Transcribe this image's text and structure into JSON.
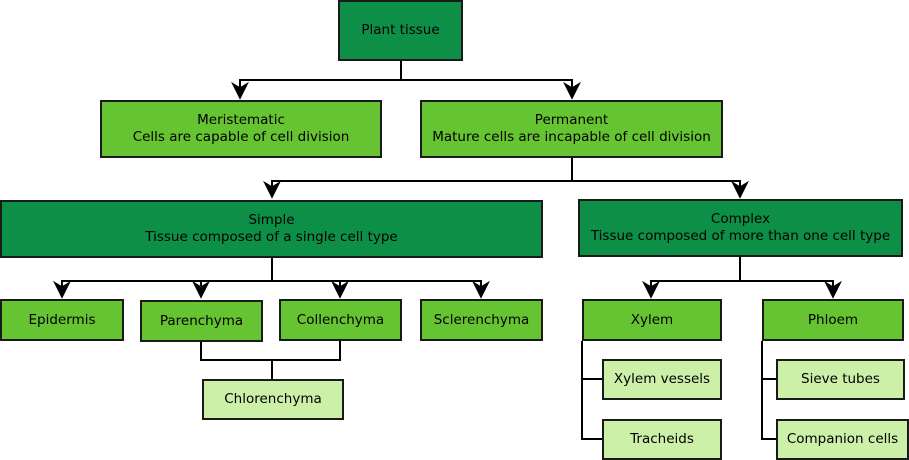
{
  "diagram": {
    "title": "Plant tissue classification",
    "colors": {
      "level_dark": "#0e8f48",
      "level_mid": "#66c332",
      "level_light": "#ccf0a8",
      "border": "#1a1a1a"
    },
    "nodes": {
      "root": {
        "title": "Plant tissue"
      },
      "meristematic": {
        "title": "Meristematic",
        "desc": "Cells are capable of cell division"
      },
      "permanent": {
        "title": "Permanent",
        "desc": "Mature cells are incapable of cell division"
      },
      "simple": {
        "title": "Simple",
        "desc": "Tissue composed of a single cell type"
      },
      "complex": {
        "title": "Complex",
        "desc": "Tissue composed of more than one cell type"
      },
      "epidermis": {
        "title": "Epidermis"
      },
      "parenchyma": {
        "title": "Parenchyma"
      },
      "collenchyma": {
        "title": "Collenchyma"
      },
      "sclerenchyma": {
        "title": "Sclerenchyma"
      },
      "chlorenchyma": {
        "title": "Chlorenchyma"
      },
      "xylem": {
        "title": "Xylem"
      },
      "phloem": {
        "title": "Phloem"
      },
      "xylem_vessels": {
        "title": "Xylem vessels"
      },
      "tracheids": {
        "title": "Tracheids"
      },
      "sieve_tubes": {
        "title": "Sieve tubes"
      },
      "companion_cells": {
        "title": "Companion cells"
      }
    },
    "edges": [
      [
        "root",
        "meristematic"
      ],
      [
        "root",
        "permanent"
      ],
      [
        "permanent",
        "simple"
      ],
      [
        "permanent",
        "complex"
      ],
      [
        "simple",
        "epidermis"
      ],
      [
        "simple",
        "parenchyma"
      ],
      [
        "simple",
        "collenchyma"
      ],
      [
        "simple",
        "sclerenchyma"
      ],
      [
        "parenchyma",
        "chlorenchyma"
      ],
      [
        "collenchyma",
        "chlorenchyma"
      ],
      [
        "complex",
        "xylem"
      ],
      [
        "complex",
        "phloem"
      ],
      [
        "xylem",
        "xylem_vessels"
      ],
      [
        "xylem",
        "tracheids"
      ],
      [
        "phloem",
        "sieve_tubes"
      ],
      [
        "phloem",
        "companion_cells"
      ]
    ]
  }
}
